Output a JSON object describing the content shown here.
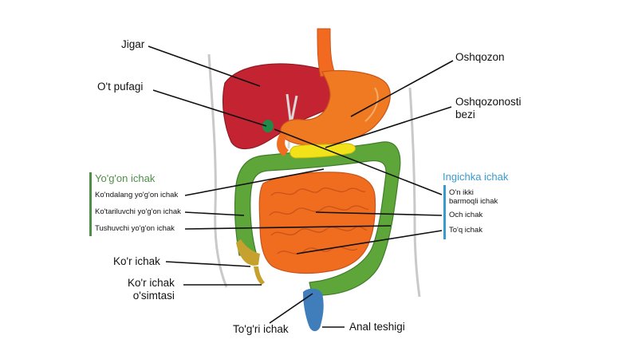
{
  "colors": {
    "liver": "#c42331",
    "stomach": "#f07a22",
    "esophagus": "#f26a1f",
    "pancreas": "#f2e21a",
    "large_intestine": "#5fa63a",
    "small_intestine": "#f06d1f",
    "rectum": "#3f7dbb",
    "gallbladder": "#1f8a4a",
    "colon_group": "#4d8f47",
    "small_group": "#3a9ad0"
  },
  "labels": {
    "jigar": "Jigar",
    "ot_pufagi": "O't pufagi",
    "oshqozon": "Oshqozon",
    "oshqozonosti_1": "Oshqozonosti",
    "oshqozonosti_2": "bezi",
    "yogon_ichak": "Yo'g'on ichak",
    "kondalang": "Ko'ndalang yo'g'on ichak",
    "kotariluvchi": "Ko'tariluvchi yo'g'on ichak",
    "tushuvchi": "Tushuvchi yo'g'on ichak",
    "kor_ichak": "Ko'r ichak",
    "kor_osimta_1": "Ko'r ichak",
    "kor_osimta_2": "o'simtasi",
    "togri_ichak": "To'g'ri ichak",
    "anal_teshigi": "Anal teshigi",
    "ingichka_ichak": "Ingichka ichak",
    "onikki_1": "O'n ikki",
    "onikki_2": "barmoqli ichak",
    "och_ichak": "Och ichak",
    "toq_ichak": "To'q ichak"
  }
}
